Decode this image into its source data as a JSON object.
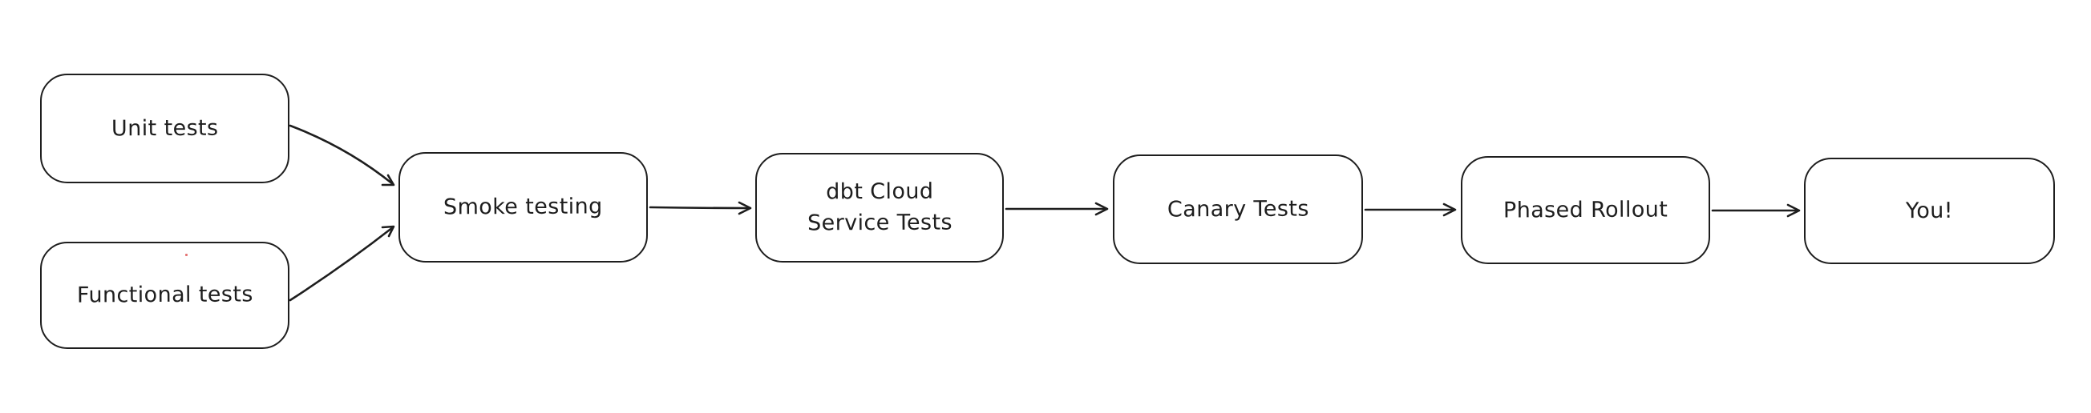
{
  "diagram": {
    "background_color": "#ffffff",
    "stroke_color": "#1e1e1e",
    "node_fill_color": "#ffffff",
    "stray_dot_color": "#e57373",
    "nodes": [
      {
        "id": "unit-tests",
        "label": "Unit tests"
      },
      {
        "id": "functional-tests",
        "label": "Functional tests"
      },
      {
        "id": "smoke-testing",
        "label": "Smoke testing"
      },
      {
        "id": "dbt-cloud-service-tests",
        "label": "dbt Cloud\nService Tests"
      },
      {
        "id": "canary-tests",
        "label": "Canary Tests"
      },
      {
        "id": "phased-rollout",
        "label": "Phased Rollout"
      },
      {
        "id": "you",
        "label": "You!"
      }
    ],
    "edges": [
      {
        "from": "unit-tests",
        "to": "smoke-testing"
      },
      {
        "from": "functional-tests",
        "to": "smoke-testing"
      },
      {
        "from": "smoke-testing",
        "to": "dbt-cloud-service-tests"
      },
      {
        "from": "dbt-cloud-service-tests",
        "to": "canary-tests"
      },
      {
        "from": "canary-tests",
        "to": "phased-rollout"
      },
      {
        "from": "phased-rollout",
        "to": "you"
      }
    ]
  }
}
